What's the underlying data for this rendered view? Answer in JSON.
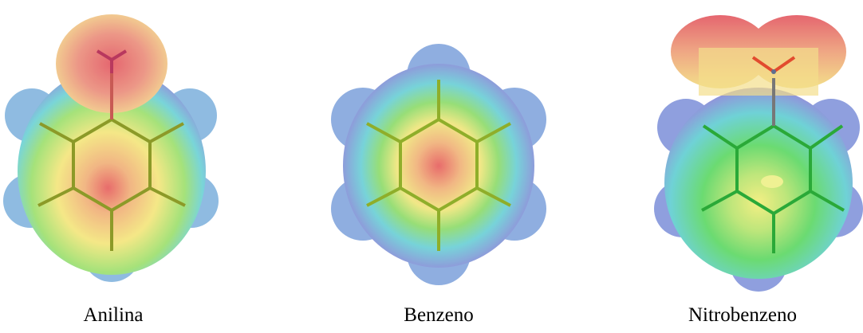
{
  "figure": {
    "molecules": [
      {
        "id": "anilina",
        "name": "Anilina",
        "icon": "aniline-electrostatic-potential-map"
      },
      {
        "id": "benzeno",
        "name": "Benzeno",
        "icon": "benzene-electrostatic-potential-map"
      },
      {
        "id": "nitrobenzeno",
        "name": "Nitrobenzeno",
        "icon": "nitrobenzene-electrostatic-potential-map"
      }
    ],
    "colors": {
      "negative": "#e8595f",
      "intermediate": "#f3ee7a",
      "neutral": "#58d866",
      "positive": "#6ad2e0",
      "most_positive": "#8d86d6"
    }
  }
}
